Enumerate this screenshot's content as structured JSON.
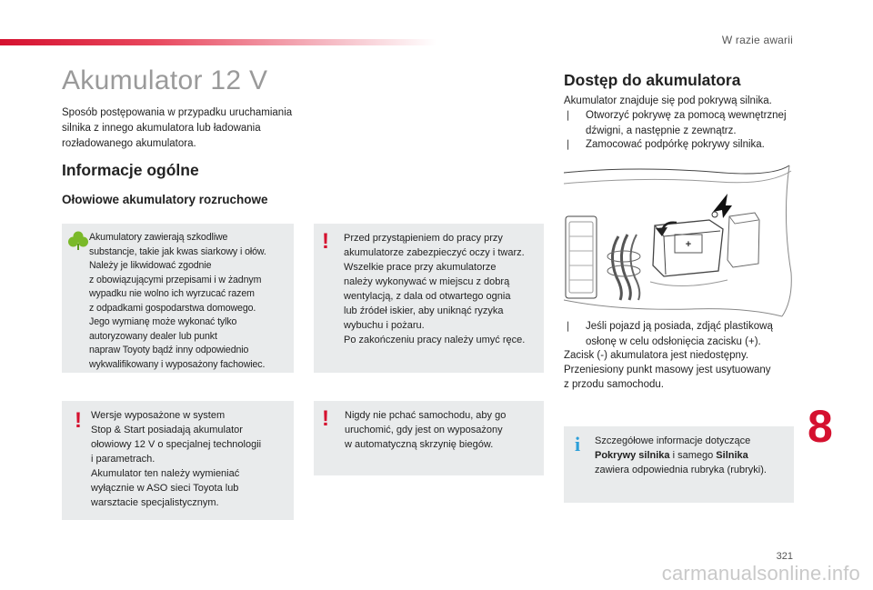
{
  "header": {
    "section": "W razie awarii"
  },
  "title": "Akumulator 12 V",
  "intro": "Sposób postępowania w przypadku uruchamiania silnika z innego akumulatora lub ładowania rozładowanego akumulatora.",
  "general": {
    "heading": "Informacje ogólne",
    "subheading": "Ołowiowe akumulatory rozruchowe"
  },
  "boxes": {
    "eco": "Akumulatory zawierają szkodliwe\nsubstancje, takie jak kwas siarkowy i ołów.\nNależy je likwidować zgodnie\nz obowiązującymi przepisami i w żadnym\nwypadku nie wolno ich wyrzucać razem\nz odpadkami gospodarstwa domowego.\nJego wymianę może wykonać tylko\nautoryzowany dealer lub punkt\nnapraw Toyoty bądź inny odpowiednio\nwykwalifikowany i wyposażony fachowiec.",
    "safety": "Przed przystąpieniem do pracy przy\nakumulatorze zabezpieczyć oczy i twarz.\nWszelkie prace przy akumulatorze\nnależy wykonywać w miejscu z dobrą\nwentylacją, z dala od otwartego ognia\nlub źródeł iskier, aby uniknąć ryzyka\nwybuchu i pożaru.\nPo zakończeniu pracy należy umyć ręce.",
    "stopstart": "Wersje wyposażone w system\nStop & Start posiadają akumulator\nołowiowy 12 V o specjalnej technologii\ni parametrach.\nAkumulator ten należy wymieniać\nwyłącznie w ASO sieci Toyota lub\nwarsztacie specjalistycznym.",
    "push": "Nigdy nie pchać samochodu, aby go\nuruchomić, gdy jest on wyposażony\nw automatyczną skrzynię biegów."
  },
  "access": {
    "heading": "Dostęp do akumulatora",
    "line1": "Akumulator znajduje się pod pokrywą silnika.",
    "bullets": [
      "Otworzyć pokrywę za pomocą wewnętrznej\ndźwigni, a następnie z zewnątrz.",
      "Zamocować podpórkę pokrywy silnika."
    ],
    "bullet3": "Jeśli pojazd ją posiada, zdjąć plastikową\nosłonę w celu odsłonięcia zacisku (+).",
    "p1": "Zacisk (-) akumulatora jest niedostępny.",
    "p2": "Przeniesiony punkt masowy jest usytuowany",
    "p3": "z przodu samochodu.",
    "info": {
      "l1": "Szczegółowe informacje dotyczące",
      "b1": "Pokrywy silnika",
      "m1": " i samego ",
      "b2": "Silnika",
      "l3": "zawiera odpowiednia rubryka (rubryki)."
    }
  },
  "chapter": "8",
  "page_number": "321",
  "watermark": "carmanualsonline.info",
  "bullet_glyph": "❘",
  "colors": {
    "accent": "#d5112f",
    "info": "#2c9fd9",
    "eco": "#7ab929",
    "box": "#e9ebec"
  }
}
